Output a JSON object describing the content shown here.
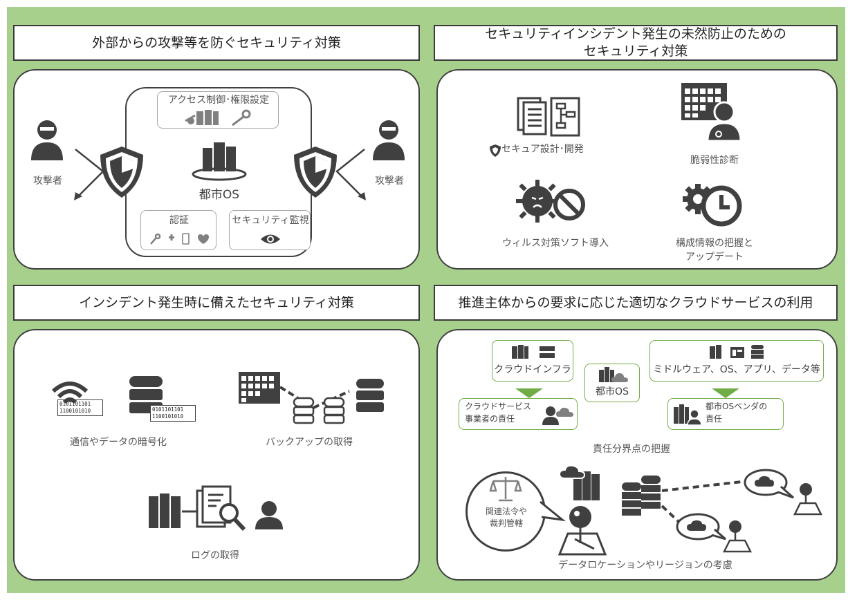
{
  "q1": {
    "title": "外部からの攻撃等を防ぐセキュリティ対策",
    "attacker_left": "攻撃者",
    "attacker_right": "攻撃者",
    "access_control": "アクセス制御･権限設定",
    "city_os": "都市OS",
    "auth": "認証",
    "monitoring": "セキュリティ監視"
  },
  "q2": {
    "title_line1": "セキュリティインシデント発生の未然防止のための",
    "title_line2": "セキュリティ対策",
    "secure_design": "セキュア設計･開発",
    "vulnerability": "脆弱性診断",
    "antivirus": "ウィルス対策ソフト導入",
    "config_line1": "構成情報の把握と",
    "config_line2": "アップデート"
  },
  "q3": {
    "title": "インシデント発生時に備えたセキュリティ対策",
    "encryption": "通信やデータの暗号化",
    "backup": "バックアップの取得",
    "log": "ログの取得",
    "bits": [
      "0101101101",
      "1100101010",
      "0101101101",
      "1100101010"
    ]
  },
  "q4": {
    "title": "推進主体からの要求に応じた適切なクラウドサービスの利用",
    "cloud_infra": "クラウドインフラ",
    "middleware": "ミドルウェア、OS、アプリ、データ等",
    "city_os": "都市OS",
    "cloud_resp_line1": "クラウドサービス",
    "cloud_resp_line2": "事業者の責任",
    "vendor_resp_line1": "都市OSベンダの",
    "vendor_resp_line2": "責任",
    "boundary": "責任分界点の把握",
    "law_line1": "関連法令や",
    "law_line2": "裁判管轄",
    "location": "データロケーションやリージョンの考慮"
  },
  "colors": {
    "background": "#a8d08d",
    "accent_green": "#70ad47",
    "dark": "#404040"
  }
}
